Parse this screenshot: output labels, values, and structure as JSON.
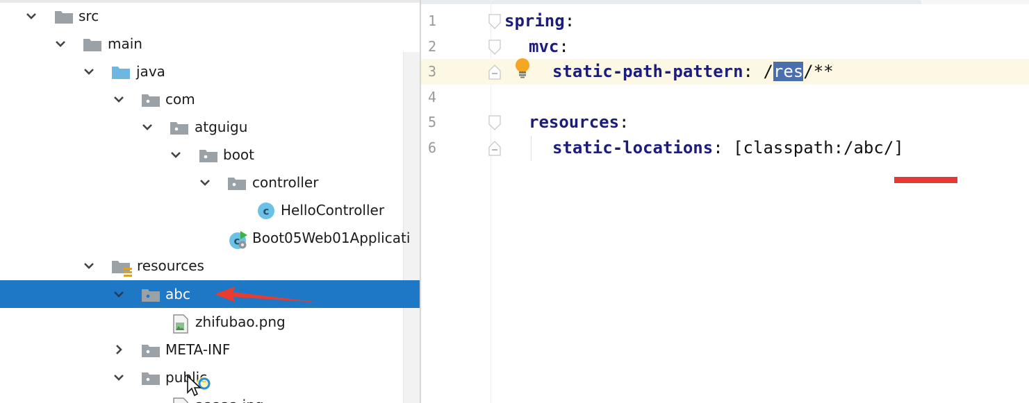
{
  "project_tree": {
    "items": [
      {
        "label": "src",
        "icon": "folder-icon",
        "expanded": true
      },
      {
        "label": "main",
        "icon": "folder-icon",
        "expanded": true
      },
      {
        "label": "java",
        "icon": "source-folder-icon",
        "expanded": true
      },
      {
        "label": "com",
        "icon": "package-icon",
        "expanded": true
      },
      {
        "label": "atguigu",
        "icon": "package-icon",
        "expanded": true
      },
      {
        "label": "boot",
        "icon": "package-icon",
        "expanded": true
      },
      {
        "label": "controller",
        "icon": "package-icon",
        "expanded": true
      },
      {
        "label": "HelloController",
        "icon": "java-class-icon"
      },
      {
        "label": "Boot05Web01Applicati",
        "icon": "spring-boot-class-icon"
      },
      {
        "label": "resources",
        "icon": "resources-folder-icon",
        "expanded": true
      },
      {
        "label": "abc",
        "icon": "package-icon",
        "expanded": true,
        "selected": true
      },
      {
        "label": "zhifubao.png",
        "icon": "image-file-icon"
      },
      {
        "label": "META-INF",
        "icon": "package-icon",
        "expanded": false
      },
      {
        "label": "public",
        "icon": "package-icon",
        "expanded": true
      },
      {
        "label": "aaaaa.jpg",
        "icon": "image-file-icon"
      }
    ]
  },
  "editor": {
    "lines": [
      {
        "number": "1",
        "key": "spring",
        "colon": ":",
        "value": ""
      },
      {
        "number": "2",
        "key": "mvc",
        "colon": ":",
        "value": ""
      },
      {
        "number": "3",
        "key": "static-path-pattern",
        "colon": ":",
        "value_prefix": " /",
        "value_selected": "res",
        "value_suffix": "/**"
      },
      {
        "number": "4",
        "key": "",
        "colon": "",
        "value": ""
      },
      {
        "number": "5",
        "key": "resources",
        "colon": ":",
        "value": ""
      },
      {
        "number": "6",
        "key": "static-locations",
        "colon": ":",
        "value": " [classpath:/abc/]"
      }
    ],
    "current_line": "3",
    "intention_icon": "lightbulb-icon"
  },
  "colors": {
    "selection": "#1f78c5",
    "keyword": "#1c1d7a",
    "current_line": "#fdf8e3",
    "text_selection": "#4b6eaf",
    "annotation_red": "#e53935"
  }
}
